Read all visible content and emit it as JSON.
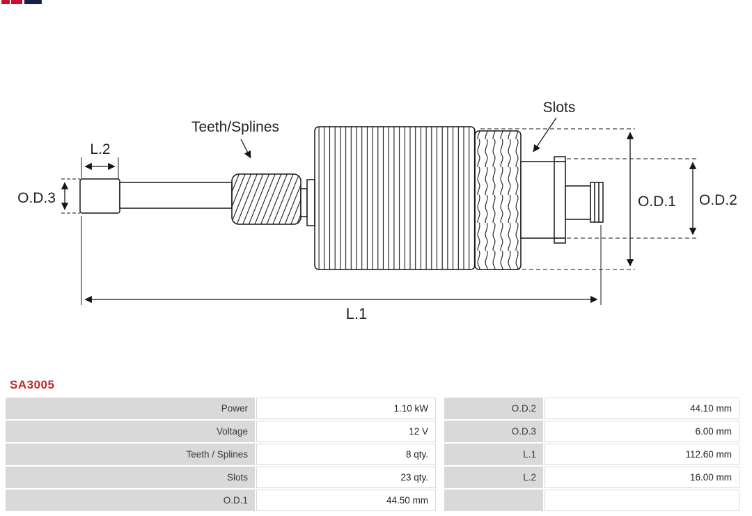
{
  "part_number": "SA3005",
  "diagram": {
    "labels": {
      "teeth_splines": "Teeth/Splines",
      "slots": "Slots",
      "od3": "O.D.3",
      "od1": "O.D.1",
      "od2": "O.D.2",
      "l1": "L.1",
      "l2": "L.2"
    }
  },
  "table": {
    "rows": [
      {
        "label1": "Power",
        "value1": "1.10 kW",
        "label2": "O.D.2",
        "value2": "44.10 mm"
      },
      {
        "label1": "Voltage",
        "value1": "12 V",
        "label2": "O.D.3",
        "value2": "6.00 mm"
      },
      {
        "label1": "Teeth / Splines",
        "value1": "8 qty.",
        "label2": "L.1",
        "value2": "112.60 mm"
      },
      {
        "label1": "Slots",
        "value1": "23 qty.",
        "label2": "L.2",
        "value2": "16.00 mm"
      },
      {
        "label1": "O.D.1",
        "value1": "44.50 mm",
        "label2": "",
        "value2": ""
      }
    ]
  },
  "colors": {
    "part_number": "#c2272d",
    "label_cell_bg": "#d9d9d9",
    "diagram_stroke": "#151515"
  }
}
